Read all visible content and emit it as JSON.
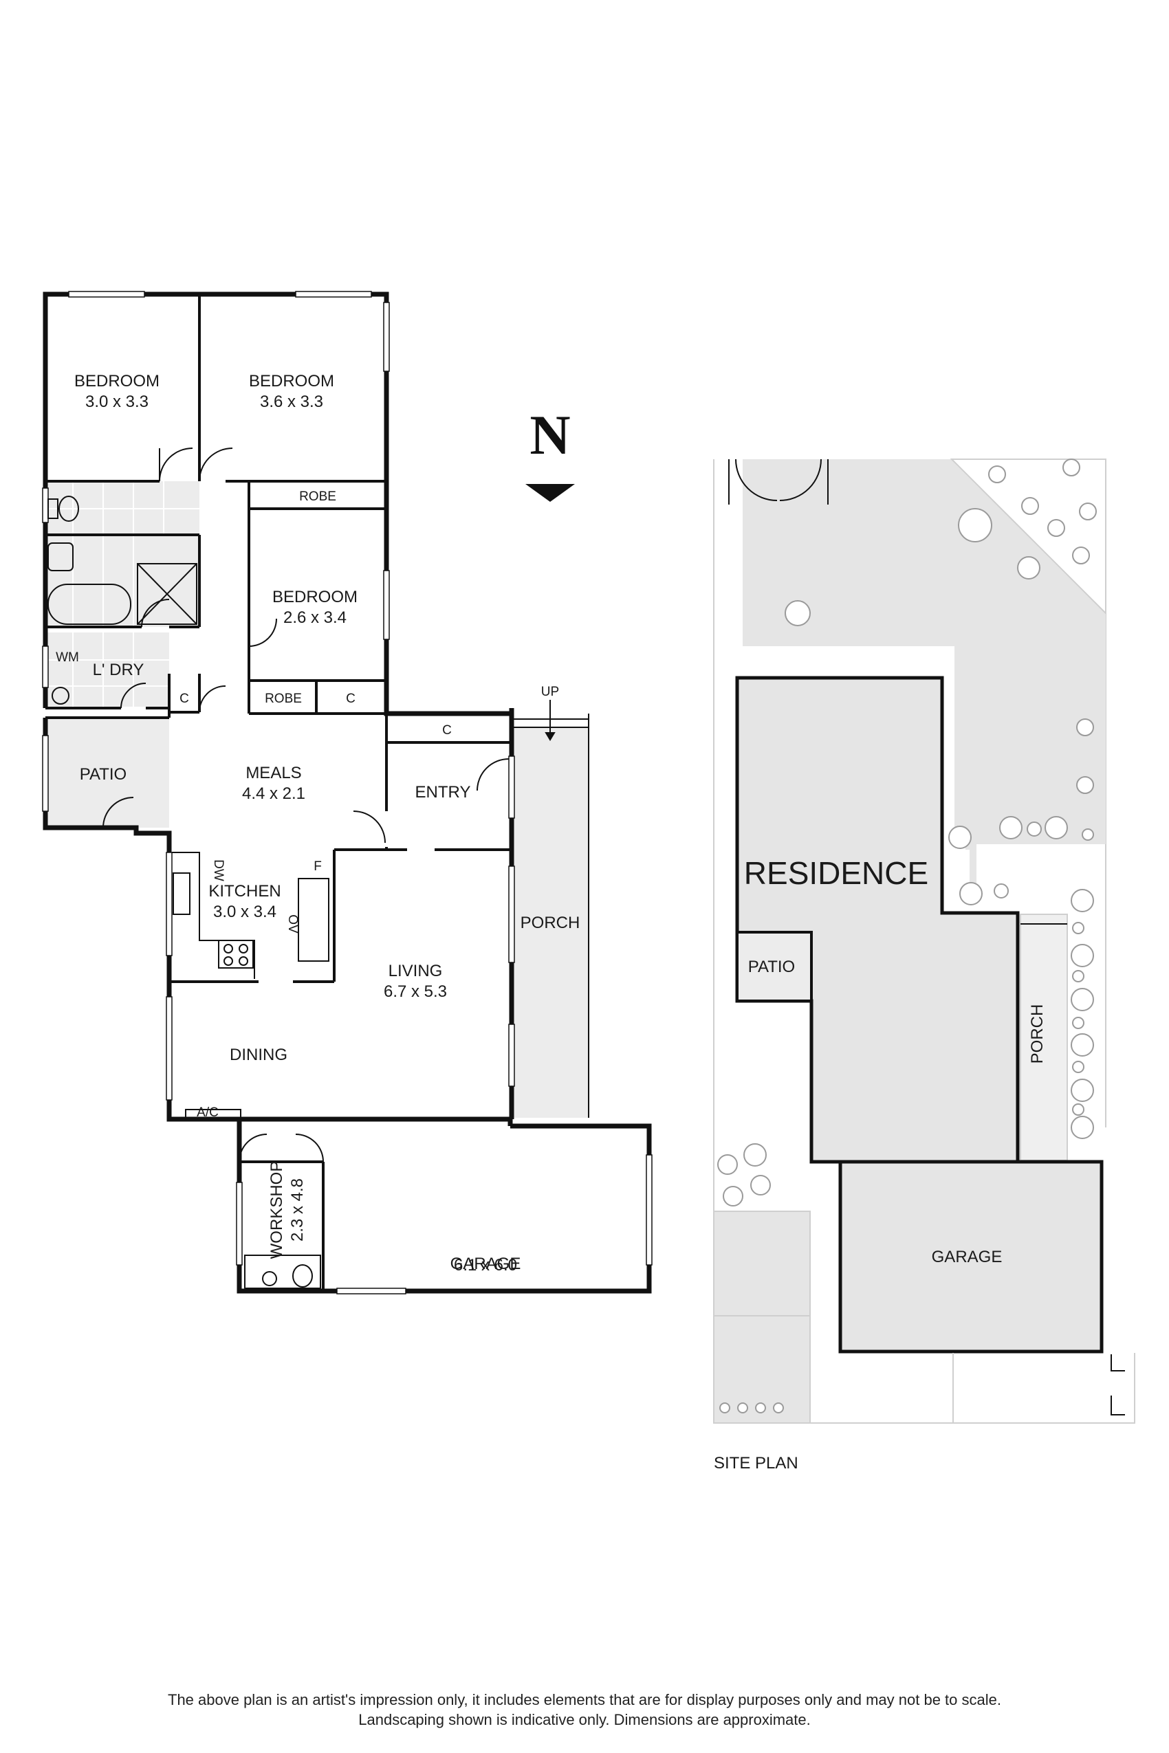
{
  "floor_plan": {
    "rooms": {
      "bedroom1": {
        "name": "BEDROOM",
        "size": "3.0 x 3.3"
      },
      "bedroom2": {
        "name": "BEDROOM",
        "size": "3.6 x 3.3"
      },
      "bedroom3": {
        "name": "BEDROOM",
        "size": "2.6 x 3.4"
      },
      "robe1": "ROBE",
      "robe2": "ROBE",
      "cupboard1": "C",
      "cupboard2": "C",
      "cupboard3": "C",
      "laundry": "L' DRY",
      "wm": "WM",
      "patio": "PATIO",
      "meals": {
        "name": "MEALS",
        "size": "4.4 x 2.1"
      },
      "entry": "ENTRY",
      "up": "UP",
      "kitchen": {
        "name": "KITCHEN",
        "size": "3.0 x 3.4"
      },
      "dw": "DW",
      "ov": "OV",
      "fridge": "F",
      "living": {
        "name": "LIVING",
        "size": "6.7 x 5.3"
      },
      "porch": "PORCH",
      "dining": "DINING",
      "ac": "A/C",
      "workshop": {
        "name": "WORKSHOP",
        "size": "2.3 x 4.8"
      },
      "garage": {
        "name": "GARAGE",
        "size": "6.1 x 6.0"
      }
    }
  },
  "north_label": "N",
  "site_plan": {
    "title": "SITE PLAN",
    "residence": "RESIDENCE",
    "patio": "PATIO",
    "porch": "PORCH",
    "garage": "GARAGE"
  },
  "disclaimer": {
    "line1": "The above plan is an artist's impression only, it includes elements that are for display purposes only and may not be to scale.",
    "line2": "Landscaping shown is indicative only. Dimensions are approximate."
  },
  "colors": {
    "wall": "#111111",
    "shade": "#ececec",
    "site_shade": "#e5e5e5",
    "tree": "#9a9a9a"
  }
}
